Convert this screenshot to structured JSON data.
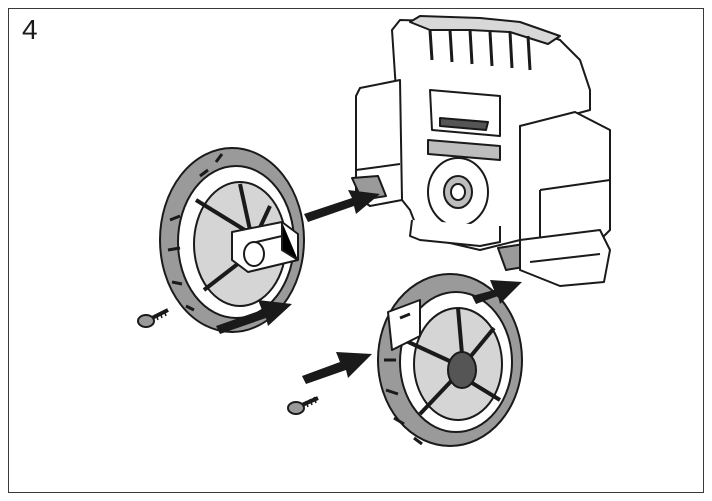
{
  "figure": {
    "step_number": "4",
    "parts": [
      {
        "name": "pressure-washer-body"
      },
      {
        "name": "left-wheel"
      },
      {
        "name": "right-wheel"
      },
      {
        "name": "left-screw"
      },
      {
        "name": "right-screw"
      }
    ],
    "colors": {
      "line": "#1a1a1a",
      "tire": "#9a9a9a",
      "tire_dark": "#6e6e6e",
      "body_light": "#ffffff",
      "arrow": "#1a1a1a"
    }
  }
}
